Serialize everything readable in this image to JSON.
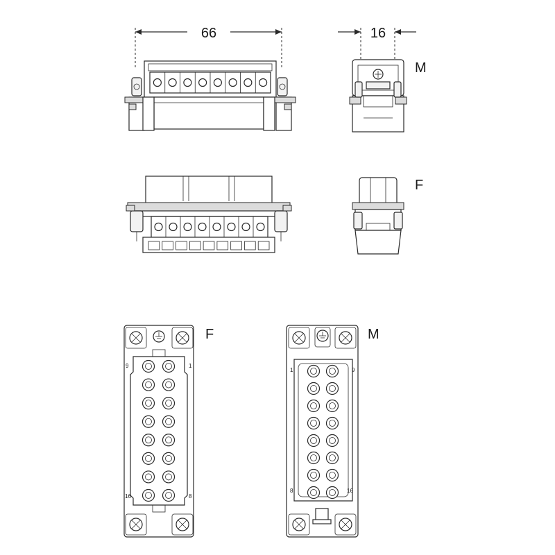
{
  "dimensions": {
    "width_label": "66",
    "depth_label": "16"
  },
  "view_labels": {
    "top_right": "M",
    "middle_right": "F",
    "bottom_left": "F",
    "bottom_right": "M"
  },
  "pin_labels": {
    "female": {
      "top_left": "9",
      "top_right": "1",
      "bottom_left": "16",
      "bottom_right": "8"
    },
    "male": {
      "top_left": "1",
      "top_right": "9",
      "bottom_left": "8",
      "bottom_right": "16"
    }
  },
  "contacts": {
    "per_row": 8,
    "rows": 2
  }
}
